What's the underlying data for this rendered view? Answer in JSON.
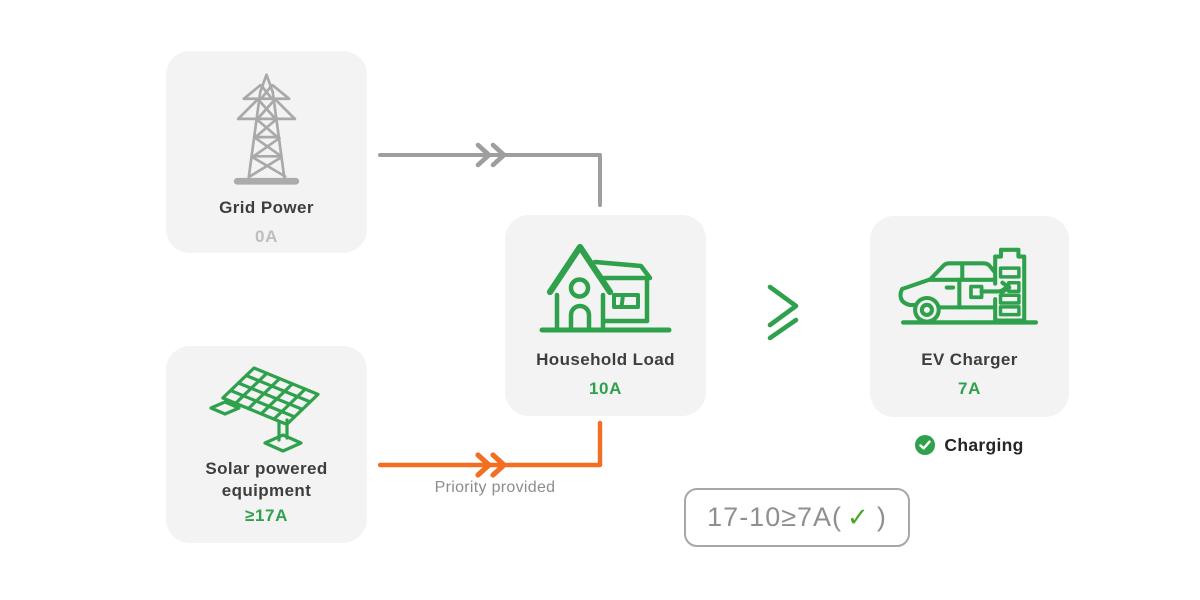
{
  "palette": {
    "green": "#2FA14D",
    "orange": "#F26E21",
    "gray_line": "#9E9E9E",
    "card_background": "#F2F3F2",
    "title_text": "#3E3E3E",
    "muted_value": "#BDBDBD",
    "label_gray": "#8C8C8C"
  },
  "cards": {
    "grid": {
      "title": "Grid Power",
      "value": "0A"
    },
    "solar": {
      "title": "Solar powered equipment",
      "value": "≥17A"
    },
    "household": {
      "title": "Household Load",
      "value": "10A"
    },
    "ev": {
      "title": "EV Charger",
      "value": "7A"
    }
  },
  "flow": {
    "priority_label": "Priority provided"
  },
  "comparator": {
    "symbol": "≥"
  },
  "status": {
    "label": "Charging"
  },
  "formula": {
    "prefix": "17-10≥7A(",
    "check": "✓",
    "suffix": ")"
  },
  "icons": {
    "grid": "transmission-tower",
    "solar": "solar-panel",
    "household": "house",
    "ev": "ev-car-charging-station",
    "status": "check-circle",
    "grid_flow": "double-chevron-right",
    "solar_flow": "double-chevron-right"
  }
}
